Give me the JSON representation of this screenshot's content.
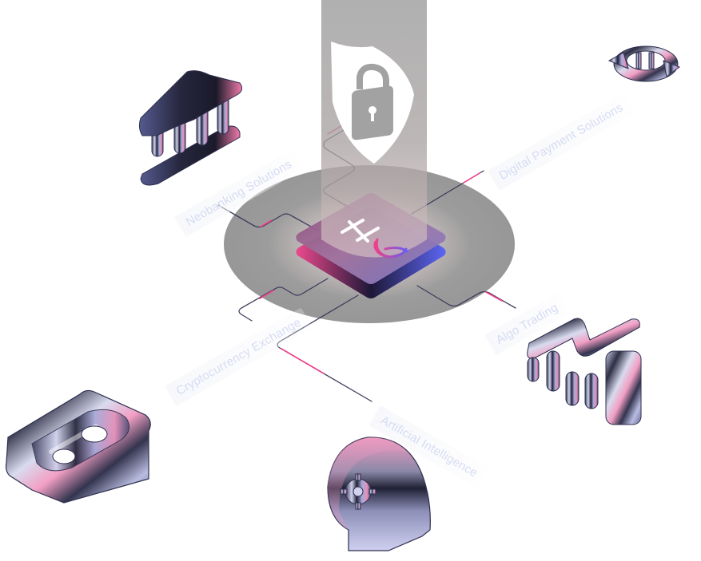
{
  "illustration": {
    "center": {
      "name": "core-platform",
      "logo_glyph": "⫩",
      "colors": {
        "top": "#9a5c88",
        "left_edge": "#e84a8e",
        "right_edge": "#5b63f0",
        "halo": "#9b9b9b"
      }
    },
    "shield": {
      "icon": "shield-lock-icon"
    },
    "nodes": [
      {
        "id": "neobanking",
        "label": "Neobanking Solutions",
        "icon": "bank-icon"
      },
      {
        "id": "digital-payment",
        "label": "Digital Payment Solutions",
        "icon": "exchange-arrows-icon"
      },
      {
        "id": "crypto",
        "label": "Cryptocurrency Exchange",
        "icon": "bitcoin-icon"
      },
      {
        "id": "algo",
        "label": "Algo Trading",
        "icon": "trading-chart-icon"
      },
      {
        "id": "ai",
        "label": "Artificial Intelligence",
        "icon": "ai-head-icon"
      }
    ],
    "colors": {
      "accent_pink": "#f0408a",
      "line_dark": "#3d3f5c",
      "label_text": "#d6dcf3",
      "icon_dark": "#2d2f4e",
      "icon_light": "#c9cbe8"
    }
  }
}
